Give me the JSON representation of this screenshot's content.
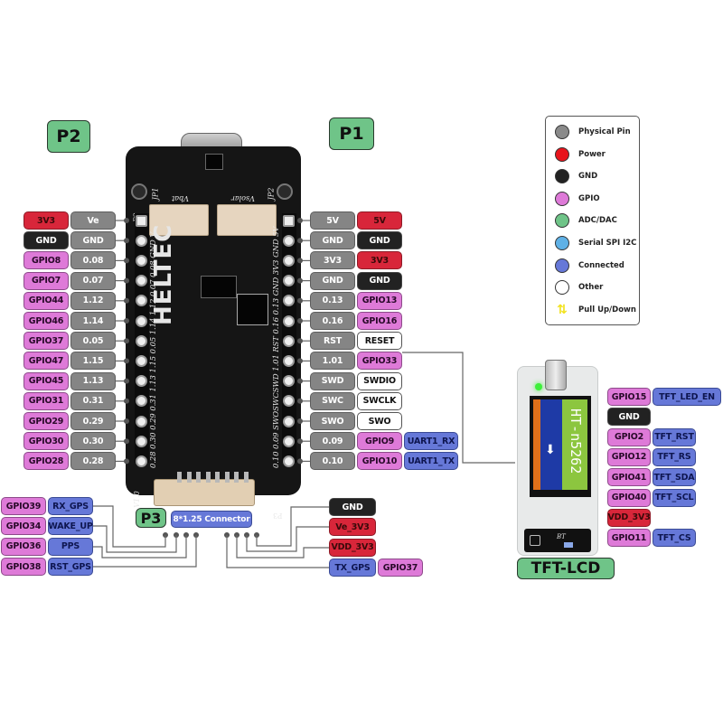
{
  "headers": {
    "p2": "P2",
    "p1": "P1",
    "p3": "P3",
    "tft_lcd": "TFT-LCD",
    "p3_connector": "8*1.25 Connector"
  },
  "board": {
    "logo": "HELTEC",
    "silk_vbat": "Vbat",
    "silk_vsolar": "Vsolar",
    "silk_jp1": "JP1",
    "silk_jp2": "JP2",
    "silk_p2": "P2",
    "silk_p1": "P1",
    "silk_p3": "P3",
    "silk_version": "V1.0",
    "silk_left_pins": "0.28 0.30 0.29 0.31 1.13 1.15 0.05 1.14 1.12 0.07 0.08 GND V",
    "silk_right_pins": "0.10 0.09 SWOSWCSWD 1.01 RST 0.16 0.13 GND 3V3 GND 5V"
  },
  "p2_pins": [
    {
      "phys": "Ve",
      "func": "3V3",
      "func_type": "power"
    },
    {
      "phys": "GND",
      "func": "GND",
      "func_type": "gnd"
    },
    {
      "phys": "0.08",
      "func": "GPIO8",
      "func_type": "gpio"
    },
    {
      "phys": "0.07",
      "func": "GPIO7",
      "func_type": "gpio"
    },
    {
      "phys": "1.12",
      "func": "GPIO44",
      "func_type": "gpio"
    },
    {
      "phys": "1.14",
      "func": "GPIO46",
      "func_type": "gpio"
    },
    {
      "phys": "0.05",
      "func": "GPIO37",
      "func_type": "gpio"
    },
    {
      "phys": "1.15",
      "func": "GPIO47",
      "func_type": "gpio"
    },
    {
      "phys": "1.13",
      "func": "GPIO45",
      "func_type": "gpio"
    },
    {
      "phys": "0.31",
      "func": "GPIO31",
      "func_type": "gpio"
    },
    {
      "phys": "0.29",
      "func": "GPIO29",
      "func_type": "gpio"
    },
    {
      "phys": "0.30",
      "func": "GPIO30",
      "func_type": "gpio"
    },
    {
      "phys": "0.28",
      "func": "GPIO28",
      "func_type": "gpio"
    }
  ],
  "p1_pins": [
    {
      "phys": "5V",
      "func": "5V",
      "func_type": "power",
      "extra": null
    },
    {
      "phys": "GND",
      "func": "GND",
      "func_type": "gnd",
      "extra": null
    },
    {
      "phys": "3V3",
      "func": "3V3",
      "func_type": "power",
      "extra": null
    },
    {
      "phys": "GND",
      "func": "GND",
      "func_type": "gnd",
      "extra": null
    },
    {
      "phys": "0.13",
      "func": "GPIO13",
      "func_type": "gpio",
      "extra": null
    },
    {
      "phys": "0.16",
      "func": "GPIO16",
      "func_type": "gpio",
      "extra": null
    },
    {
      "phys": "RST",
      "func": "RESET",
      "func_type": "other",
      "extra": null
    },
    {
      "phys": "1.01",
      "func": "GPIO33",
      "func_type": "gpio",
      "extra": null
    },
    {
      "phys": "SWD",
      "func": "SWDIO",
      "func_type": "other",
      "extra": null
    },
    {
      "phys": "SWC",
      "func": "SWCLK",
      "func_type": "other",
      "extra": null
    },
    {
      "phys": "SWO",
      "func": "SWO",
      "func_type": "other",
      "extra": null
    },
    {
      "phys": "0.09",
      "func": "GPIO9",
      "func_type": "gpio",
      "extra": "UART1_RX"
    },
    {
      "phys": "0.10",
      "func": "GPIO10",
      "func_type": "gpio",
      "extra": "UART1_TX"
    }
  ],
  "p3_left": [
    {
      "gpio": "GPIO39",
      "func": "RX_GPS"
    },
    {
      "gpio": "GPIO34",
      "func": "WAKE_UP"
    },
    {
      "gpio": "GPIO36",
      "func": "PPS"
    },
    {
      "gpio": "GPIO38",
      "func": "RST_GPS"
    }
  ],
  "p3_right": [
    {
      "func": "GND",
      "func_type": "gnd",
      "gpio": null
    },
    {
      "func": "Ve_3V3",
      "func_type": "power",
      "gpio": null
    },
    {
      "func": "VDD_3V3",
      "func_type": "power",
      "gpio": null
    },
    {
      "func": "TX_GPS",
      "func_type": "conn",
      "gpio": "GPIO37"
    }
  ],
  "tft_pins": [
    {
      "gpio": "GPIO15",
      "gpio_type": "gpio",
      "func": "TFT_LED_EN"
    },
    {
      "gpio": "GND",
      "gpio_type": "gnd",
      "func": null
    },
    {
      "gpio": "GPIO2",
      "gpio_type": "gpio",
      "func": "TFT_RST"
    },
    {
      "gpio": "GPIO12",
      "gpio_type": "gpio",
      "func": "TFT_RS"
    },
    {
      "gpio": "GPIO41",
      "gpio_type": "gpio",
      "func": "TFT_SDA"
    },
    {
      "gpio": "GPIO40",
      "gpio_type": "gpio",
      "func": "TFT_SCL"
    },
    {
      "gpio": "VDD_3V3",
      "gpio_type": "power",
      "func": null
    },
    {
      "gpio": "GPIO11",
      "gpio_type": "gpio",
      "func": "TFT_CS"
    }
  ],
  "tft_screen": {
    "title": "HT-n5262",
    "bottom_label": "BT"
  },
  "legend": [
    {
      "label": "Physical Pin",
      "color": "#8a8a8a"
    },
    {
      "label": "Power",
      "color": "#e8141c"
    },
    {
      "label": "GND",
      "color": "#222222"
    },
    {
      "label": "GPIO",
      "color": "#de7ad8"
    },
    {
      "label": "ADC/DAC",
      "color": "#6fc488"
    },
    {
      "label": "Serial SPI I2C",
      "color": "#5fb1e6"
    },
    {
      "label": "Connected",
      "color": "#6678d8"
    },
    {
      "label": "Other",
      "color": "#ffffff"
    },
    {
      "label": "Pull Up/Down",
      "color": "#f2e21e",
      "icon": "pull-up-down-arrows-icon"
    }
  ]
}
